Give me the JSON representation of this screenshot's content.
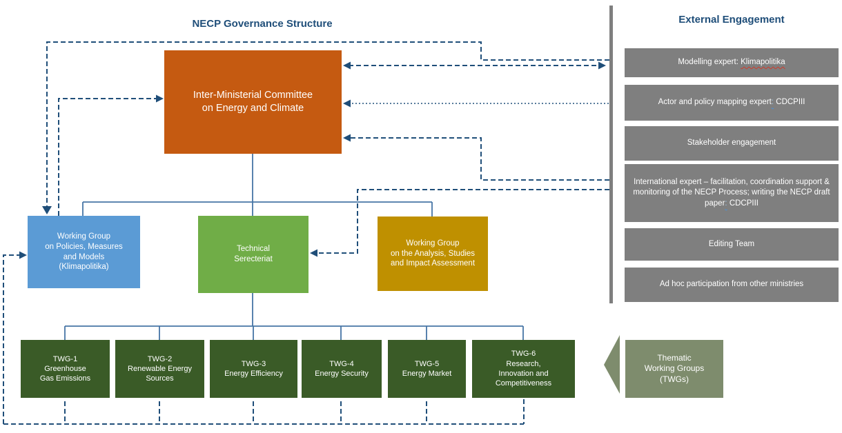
{
  "titles": {
    "main": "NECP Governance Structure",
    "external": "External Engagement"
  },
  "boxes": {
    "imc": "Inter-Ministerial Committee\non Energy and Climate",
    "wg_policies": "Working Group\non Policies, Measures\nand Models\n(Klimapolitika)",
    "technical_secretariat": "Technical\nSerecteriat",
    "wg_analysis": "Working Group\non the Analysis, Studies\nand Impact Assessment",
    "thematic_label": "Thematic\nWorking Groups\n(TWGs)",
    "twgs": [
      "TWG-1\nGreenhouse\nGas Emissions",
      "TWG-2\nRenewable Energy\nSources",
      "TWG-3\nEnergy Efficiency",
      "TWG-4\nEnergy Security",
      "TWG-5\nEnergy Market",
      "TWG-6\nResearch,\nInnovation and\nCompetitiveness"
    ]
  },
  "external": {
    "items": [
      {
        "pre": "Modelling expert: ",
        "flag": "Klimapolitika",
        "post": ""
      },
      {
        "pre": "Actor and policy mapping expert",
        "flag": ":",
        "post": " CDCPIII"
      },
      {
        "pre": "Stakeholder engagement",
        "flag": "",
        "post": ""
      },
      {
        "pre": "International expert – facilitation, coordination support & monitoring of the NECP Process; writing the NECP draft paper",
        "flag": ":",
        "post": " CDCPIII"
      },
      {
        "pre": "Editing Team",
        "flag": "",
        "post": ""
      },
      {
        "pre": "Ad hoc participation from other ministries",
        "flag": "",
        "post": ""
      }
    ]
  },
  "colors": {
    "title_text": "#1F4E79",
    "imc_box": "#C55A11",
    "policies_box": "#5B9BD5",
    "secretariat_box": "#70AD47",
    "analysis_box": "#BF9000",
    "twg_box": "#3A5B27",
    "thematic_box": "#7E8C6D",
    "external_box": "#7F7F7F",
    "divider": "#7F7F7F",
    "solid_connector": "#4674A5",
    "dashed_connector": "#1F4E79"
  }
}
